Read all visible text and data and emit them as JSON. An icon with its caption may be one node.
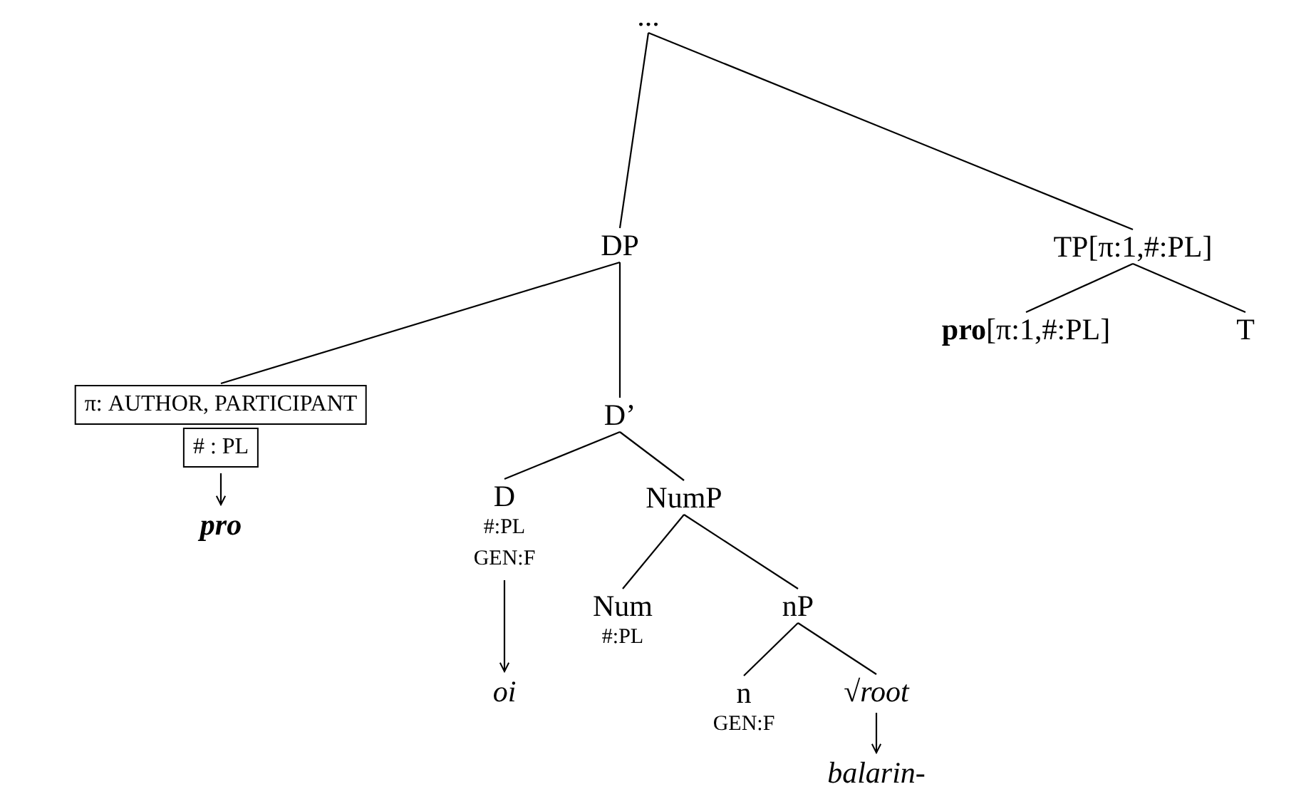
{
  "diagram": {
    "nodes": [
      {
        "text": [
          "..."
        ]
      },
      {
        "text": [
          "DP"
        ]
      },
      {
        "text": [
          "TP[π:1,#:PL]"
        ]
      },
      {
        "text": [
          "**pro**[π:1,#:PL]"
        ]
      },
      {
        "text": [
          "T"
        ]
      },
      {
        "text": [
          "π: AUTHOR, PARTICIPANT"
        ]
      },
      {
        "text": [
          "# : PL"
        ]
      },
      {
        "text": [
          "pro"
        ]
      },
      {
        "text": [
          "D’"
        ]
      },
      {
        "text": [
          "D",
          "#:PL",
          "GEN:F"
        ]
      },
      {
        "text": [
          "NumP"
        ]
      },
      {
        "text": [
          "Num",
          "#:PL"
        ]
      },
      {
        "text": [
          "nP"
        ]
      },
      {
        "text": [
          "n",
          "GEN:F"
        ]
      },
      {
        "text": [
          "√*root*"
        ]
      },
      {
        "text": [
          "oi"
        ]
      },
      {
        "text": [
          "balarin-"
        ]
      }
    ],
    "edges": [
      {
        "from": 0,
        "to": 1,
        "arrow": "none"
      },
      {
        "from": 0,
        "to": 2,
        "arrow": "none"
      },
      {
        "from": 2,
        "to": 3,
        "arrow": "none"
      },
      {
        "from": 2,
        "to": 4,
        "arrow": "none"
      },
      {
        "from": 1,
        "to": 5,
        "arrow": "none"
      },
      {
        "from": 1,
        "to": 8,
        "arrow": "none"
      },
      {
        "from": 6,
        "to": 7,
        "arrow": "to"
      },
      {
        "from": 8,
        "to": 9,
        "arrow": "none"
      },
      {
        "from": 8,
        "to": 10,
        "arrow": "none"
      },
      {
        "from": 9,
        "to": 15,
        "arrow": "to"
      },
      {
        "from": 10,
        "to": 11,
        "arrow": "none"
      },
      {
        "from": 10,
        "to": 12,
        "arrow": "none"
      },
      {
        "from": 12,
        "to": 13,
        "arrow": "none"
      },
      {
        "from": 12,
        "to": 14,
        "arrow": "none"
      },
      {
        "from": 14,
        "to": 16,
        "arrow": "to"
      }
    ]
  }
}
